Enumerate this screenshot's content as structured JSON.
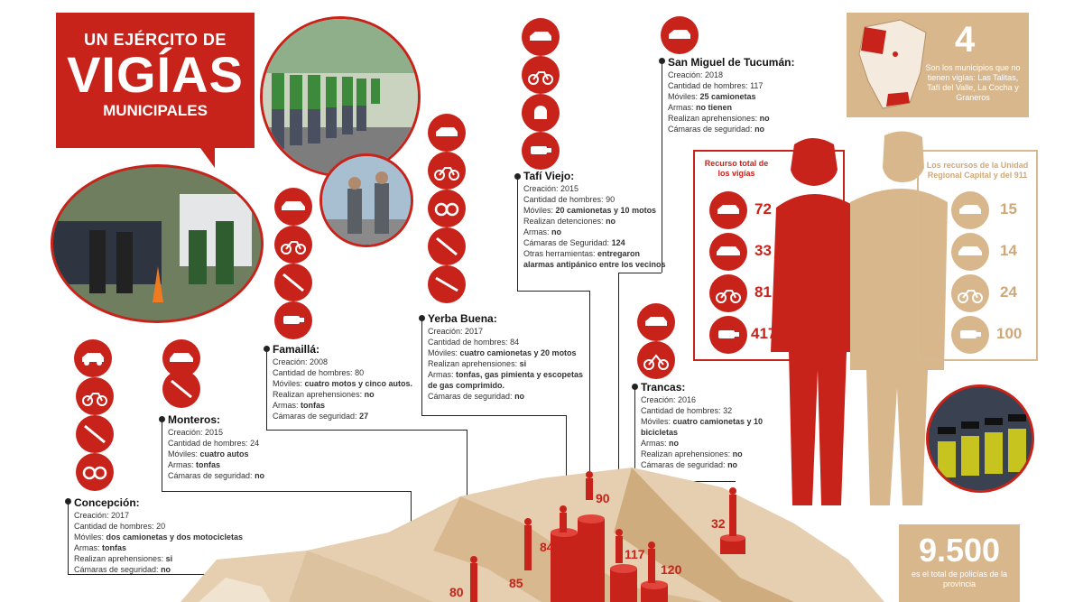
{
  "title": {
    "line1": "UN EJÉRCITO DE",
    "line2": "VIGÍAS",
    "line3": "MUNICIPALES"
  },
  "map_inset": {
    "number": "4",
    "text": "Son los municipios que no tienen vigías: Las Talitas, Tafí del Valle, La Cocha y Graneros"
  },
  "municipalities": [
    {
      "name": "Concepción:",
      "rows": [
        {
          "k": "Creación: ",
          "v": "2017",
          "bold": false
        },
        {
          "k": "Cantidad de hombres: ",
          "v": "20",
          "bold": false
        },
        {
          "k": "Móviles: ",
          "v": "dos camionetas y dos motocicletas",
          "bold": true
        },
        {
          "k": "Armas: ",
          "v": "tonfas",
          "bold": true
        },
        {
          "k": "Realizan aprehensiones: ",
          "v": "si",
          "bold": true
        },
        {
          "k": "Cámaras de seguridad: ",
          "v": "no",
          "bold": true
        }
      ]
    },
    {
      "name": "Monteros:",
      "rows": [
        {
          "k": "Creación: ",
          "v": "2015",
          "bold": false
        },
        {
          "k": "Cantidad de hombres: ",
          "v": "24",
          "bold": false
        },
        {
          "k": "Móviles: ",
          "v": "cuatro autos",
          "bold": true
        },
        {
          "k": "Armas: ",
          "v": "tonfas",
          "bold": true
        },
        {
          "k": "Cámaras de seguridad: ",
          "v": "no",
          "bold": true
        }
      ]
    },
    {
      "name": "Famaillá:",
      "rows": [
        {
          "k": "Creación: ",
          "v": "2008",
          "bold": false
        },
        {
          "k": "Cantidad de hombres: ",
          "v": "80",
          "bold": false
        },
        {
          "k": "Móviles: ",
          "v": "cuatro motos y cinco autos.",
          "bold": true
        },
        {
          "k": "Realizan aprehensiones: ",
          "v": "no",
          "bold": true
        },
        {
          "k": "Armas: ",
          "v": "tonfas",
          "bold": true
        },
        {
          "k": "Cámaras de seguridad: ",
          "v": "27",
          "bold": true
        }
      ]
    },
    {
      "name": "Yerba Buena:",
      "rows": [
        {
          "k": "Creación: ",
          "v": "2017",
          "bold": false
        },
        {
          "k": "Cantidad de hombres: ",
          "v": "84",
          "bold": false
        },
        {
          "k": "Móviles: ",
          "v": "cuatro camionetas y 20 motos",
          "bold": true
        },
        {
          "k": "Realizan aprehensiones: ",
          "v": "si",
          "bold": true
        },
        {
          "k": "Armas: ",
          "v": "tonfas, gas pimienta y escopetas de gas comprimido.",
          "bold": true
        },
        {
          "k": "Cámaras de seguridad: ",
          "v": "no",
          "bold": true
        }
      ]
    },
    {
      "name": "Tafí Viejo:",
      "rows": [
        {
          "k": "Creación: ",
          "v": "2015",
          "bold": false
        },
        {
          "k": "Cantidad de hombres: ",
          "v": "90",
          "bold": false
        },
        {
          "k": "Móviles: ",
          "v": "20 camionetas y 10 motos",
          "bold": true
        },
        {
          "k": "Realizan detenciones: ",
          "v": "no",
          "bold": true
        },
        {
          "k": "Armas: ",
          "v": "no",
          "bold": true
        },
        {
          "k": "Cámaras de Seguridad: ",
          "v": "124",
          "bold": true
        },
        {
          "k": "Otras herramientas: ",
          "v": "entregaron alarmas antipánico entre los vecinos",
          "bold": true
        }
      ]
    },
    {
      "name": "San Miguel de Tucumán:",
      "rows": [
        {
          "k": "Creación: ",
          "v": "2018",
          "bold": false
        },
        {
          "k": "Cantidad de hombres: ",
          "v": "117",
          "bold": false
        },
        {
          "k": "Móviles: ",
          "v": "25 camionetas",
          "bold": true
        },
        {
          "k": "Armas: ",
          "v": "no tienen",
          "bold": true
        },
        {
          "k": "Realizan aprehensiones: ",
          "v": "no",
          "bold": true
        },
        {
          "k": "Cámaras de seguridad: ",
          "v": "no",
          "bold": true
        }
      ]
    },
    {
      "name": "Trancas:",
      "rows": [
        {
          "k": "Creación: ",
          "v": "2016",
          "bold": false
        },
        {
          "k": "Cantidad de hombres: ",
          "v": "32",
          "bold": false
        },
        {
          "k": "Móviles: ",
          "v": "cuatro camionetas y 10 bicicletas",
          "bold": true
        },
        {
          "k": "Armas: ",
          "v": "no",
          "bold": true
        },
        {
          "k": "Realizan aprehensiones: ",
          "v": "no",
          "bold": true
        },
        {
          "k": "Cámaras de seguridad: ",
          "v": "no",
          "bold": true
        }
      ]
    }
  ],
  "resources_vigias": {
    "label": "Recurso total de los vigías",
    "values": [
      "72",
      "33",
      "81",
      "417"
    ]
  },
  "resources_911": {
    "label": "Los recursos de la Unidad Regional Capital y del 911",
    "values": [
      "15",
      "14",
      "24",
      "100"
    ]
  },
  "police_total": {
    "number": "9.500",
    "text": "es el total de policías de la provincia"
  },
  "map_pins": [
    "90",
    "84",
    "117",
    "120",
    "32",
    "85",
    "80"
  ],
  "colors": {
    "accent_red": "#c8231b",
    "tan": "#d9b78c"
  }
}
